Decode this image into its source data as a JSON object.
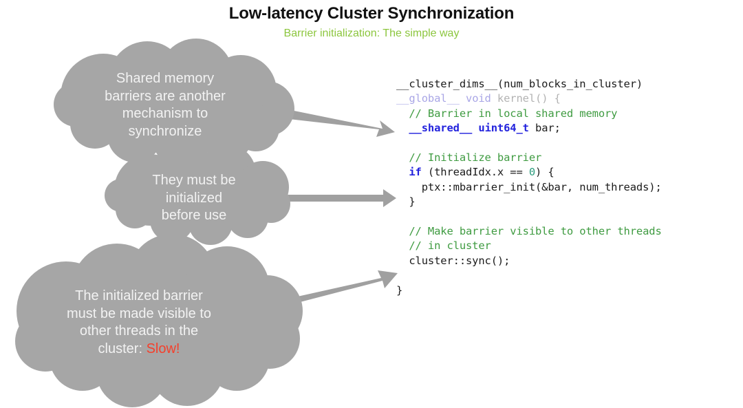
{
  "slide": {
    "title": "Low-latency Cluster Synchronization",
    "subtitle": "Barrier initialization: The simple way",
    "background_color": "#ffffff",
    "title_color": "#111111",
    "subtitle_color": "#8cc63e"
  },
  "clouds": [
    {
      "id": "cloud-shared-memory-barriers",
      "text": "Shared memory\nbarriers are another\nmechanism to\nsynchronize",
      "fill_color": "#a6a6a6",
      "text_color": "#f2f2f2"
    },
    {
      "id": "cloud-must-be-initialized",
      "text": "They must be\ninitialized\nbefore use",
      "fill_color": "#a6a6a6",
      "text_color": "#f2f2f2"
    },
    {
      "id": "cloud-made-visible-slow",
      "text_before": "The initialized barrier\nmust be made visible to\nother threads in the\ncluster: ",
      "text_highlight": "Slow!",
      "highlight_color": "#f4402c",
      "fill_color": "#a6a6a6",
      "text_color": "#f2f2f2"
    }
  ],
  "arrows": [
    {
      "id": "arrow-cloud1-to-code",
      "color": "#a0a0a0",
      "direction": "down-right"
    },
    {
      "id": "arrow-cloud2-to-code",
      "color": "#a0a0a0",
      "direction": "right"
    },
    {
      "id": "arrow-cloud3-to-code",
      "color": "#a0a0a0",
      "direction": "up-right"
    }
  ],
  "code": {
    "language": "cuda-cpp",
    "colors": {
      "plain": "#1b1b1b",
      "comment": "#3f9b41",
      "keyword": "#2222dd",
      "keyword_dim": "#a9a6e6",
      "dim": "#b3b3b3",
      "number": "#2c9c7d"
    },
    "lines": [
      [
        {
          "t": "__cluster_dims__(num_blocks_in_cluster)",
          "c": "plain"
        }
      ],
      [
        {
          "t": "__global__",
          "c": "keyword_dim"
        },
        {
          "t": " ",
          "c": "plain"
        },
        {
          "t": "void",
          "c": "keyword_dim"
        },
        {
          "t": " kernel() {",
          "c": "dim"
        }
      ],
      [
        {
          "t": "  // Barrier in local shared memory",
          "c": "comment"
        }
      ],
      [
        {
          "t": "  ",
          "c": "plain"
        },
        {
          "t": "__shared__",
          "c": "keyword"
        },
        {
          "t": " ",
          "c": "plain"
        },
        {
          "t": "uint64_t",
          "c": "keyword"
        },
        {
          "t": " bar;",
          "c": "plain"
        }
      ],
      [
        {
          "t": "",
          "c": "plain"
        }
      ],
      [
        {
          "t": "  // Initialize barrier",
          "c": "comment"
        }
      ],
      [
        {
          "t": "  ",
          "c": "plain"
        },
        {
          "t": "if",
          "c": "keyword"
        },
        {
          "t": " (threadIdx.x == ",
          "c": "plain"
        },
        {
          "t": "0",
          "c": "number"
        },
        {
          "t": ") {",
          "c": "plain"
        }
      ],
      [
        {
          "t": "    ptx::mbarrier_init(&bar, num_threads);",
          "c": "plain"
        }
      ],
      [
        {
          "t": "  }",
          "c": "plain"
        }
      ],
      [
        {
          "t": "",
          "c": "plain"
        }
      ],
      [
        {
          "t": "  // Make barrier visible to other threads",
          "c": "comment"
        }
      ],
      [
        {
          "t": "  // in cluster",
          "c": "comment"
        }
      ],
      [
        {
          "t": "  cluster::sync();",
          "c": "plain"
        }
      ],
      [
        {
          "t": "",
          "c": "plain"
        }
      ],
      [
        {
          "t": "}",
          "c": "plain"
        }
      ]
    ]
  }
}
